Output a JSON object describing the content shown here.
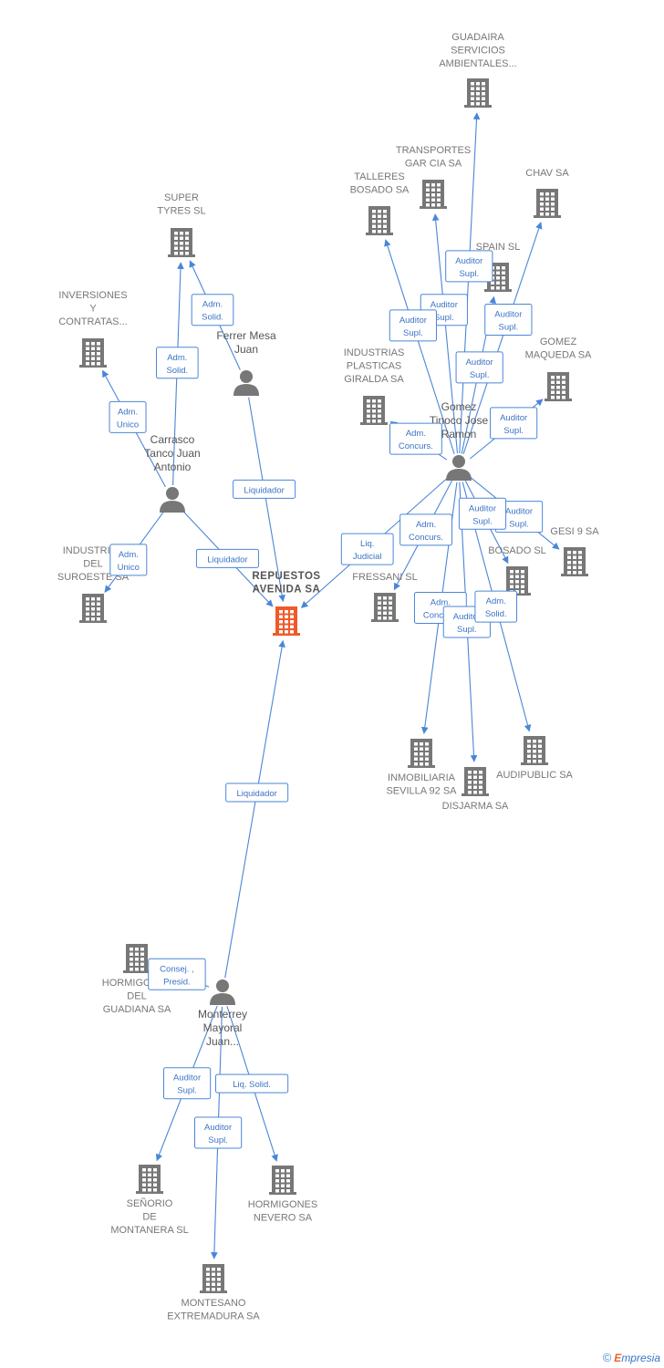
{
  "colors": {
    "edge": "#4a86d8",
    "building": "#777777",
    "building_main": "#f05a2a",
    "person": "#777777"
  },
  "nodes": [
    {
      "id": "repuestos",
      "type": "building-main",
      "label": [
        "REPUESTOS",
        "AVENIDA SA"
      ]
    },
    {
      "id": "super_tyres",
      "type": "building",
      "label": [
        "SUPER",
        "TYRES SL"
      ]
    },
    {
      "id": "inversiones",
      "type": "building",
      "label": [
        "INVERSIONES",
        "Y",
        "CONTRATAS..."
      ]
    },
    {
      "id": "ind_suroeste",
      "type": "building",
      "label": [
        "INDUSTRIAS",
        "DEL",
        "SUROESTE SA"
      ]
    },
    {
      "id": "guadaira",
      "type": "building",
      "label": [
        "GUADAIRA",
        "SERVICIOS",
        "AMBIENTALES..."
      ]
    },
    {
      "id": "transportes",
      "type": "building",
      "label": [
        "TRANSPORTES",
        "GAR CIA SA"
      ]
    },
    {
      "id": "talleres",
      "type": "building",
      "label": [
        "TALLERES",
        "BOSADO SA"
      ]
    },
    {
      "id": "chav",
      "type": "building",
      "label": [
        "CHAV SA"
      ]
    },
    {
      "id": "spain",
      "type": "building",
      "label": [
        "SPAIN SL"
      ]
    },
    {
      "id": "ind_plasticas",
      "type": "building",
      "label": [
        "INDUSTRIAS",
        "PLASTICAS",
        "GIRALDA SA"
      ]
    },
    {
      "id": "gomez_maqueda",
      "type": "building",
      "label": [
        "GOMEZ",
        "MAQUEDA SA"
      ]
    },
    {
      "id": "gesi",
      "type": "building",
      "label": [
        "GESI 9 SA"
      ]
    },
    {
      "id": "bosado",
      "type": "building",
      "label": [
        "BOSADO SL"
      ]
    },
    {
      "id": "fressani",
      "type": "building",
      "label": [
        "FRESSANI SL"
      ]
    },
    {
      "id": "inmobiliaria",
      "type": "building",
      "label": [
        "INMOBILIARIA",
        "SEVILLA 92 SA"
      ]
    },
    {
      "id": "disjarma",
      "type": "building",
      "label": [
        "DISJARMA SA"
      ]
    },
    {
      "id": "audipublic",
      "type": "building",
      "label": [
        "AUDIPUBLIC SA"
      ]
    },
    {
      "id": "hormigones_guadiana",
      "type": "building",
      "label": [
        "HORMIGONES",
        "DEL",
        "GUADIANA SA"
      ]
    },
    {
      "id": "senorio",
      "type": "building",
      "label": [
        "SEÑORIO",
        "DE",
        "MONTANERA SL"
      ]
    },
    {
      "id": "montesano",
      "type": "building",
      "label": [
        "MONTESANO",
        "EXTREMADURA SA"
      ]
    },
    {
      "id": "hormigones_nevero",
      "type": "building",
      "label": [
        "HORMIGONES",
        "NEVERO SA"
      ]
    },
    {
      "id": "ferrer",
      "type": "person",
      "label": [
        "Ferrer Mesa",
        "Juan"
      ]
    },
    {
      "id": "carrasco",
      "type": "person",
      "label": [
        "Carrasco",
        "Tanco Juan",
        "Antonio"
      ]
    },
    {
      "id": "gomez",
      "type": "person",
      "label": [
        "Gomez",
        "Tinoco Jose",
        "Ramon"
      ]
    },
    {
      "id": "monterrey",
      "type": "person",
      "label": [
        "Monterrey",
        "Mayoral",
        "Juan..."
      ]
    }
  ],
  "edges": [
    {
      "from": "ferrer",
      "to": "repuestos",
      "label": [
        "Liquidador"
      ]
    },
    {
      "from": "ferrer",
      "to": "super_tyres",
      "label": [
        "Adm.",
        "Solid."
      ]
    },
    {
      "from": "carrasco",
      "to": "super_tyres",
      "label": [
        "Adm.",
        "Solid."
      ]
    },
    {
      "from": "carrasco",
      "to": "inversiones",
      "label": [
        "Adm.",
        "Unico"
      ]
    },
    {
      "from": "carrasco",
      "to": "ind_suroeste",
      "label": [
        "Adm.",
        "Unico"
      ]
    },
    {
      "from": "carrasco",
      "to": "repuestos",
      "label": [
        "Liquidador"
      ]
    },
    {
      "from": "gomez",
      "to": "repuestos",
      "label": [
        "Liq.",
        "Judicial"
      ]
    },
    {
      "from": "gomez",
      "to": "guadaira",
      "label": [
        "Auditor",
        "Supl."
      ]
    },
    {
      "from": "gomez",
      "to": "transportes",
      "label": [
        "Auditor",
        "Supl."
      ]
    },
    {
      "from": "gomez",
      "to": "talleres",
      "label": [
        "Auditor",
        "Supl."
      ]
    },
    {
      "from": "gomez",
      "to": "chav",
      "label": [
        "Auditor",
        "Supl."
      ]
    },
    {
      "from": "gomez",
      "to": "spain",
      "label": [
        "Auditor",
        "Supl."
      ]
    },
    {
      "from": "gomez",
      "to": "gomez_maqueda",
      "label": [
        "Auditor",
        "Supl."
      ]
    },
    {
      "from": "gomez",
      "to": "ind_plasticas",
      "label": [
        "Adm.",
        "Concurs."
      ]
    },
    {
      "from": "gomez",
      "to": "fressani",
      "label": [
        "Adm.",
        "Concurs."
      ]
    },
    {
      "from": "gomez",
      "to": "gesi",
      "label": [
        "Auditor",
        "Supl."
      ]
    },
    {
      "from": "gomez",
      "to": "bosado",
      "label": [
        "Auditor",
        "Supl."
      ]
    },
    {
      "from": "gomez",
      "to": "inmobiliaria",
      "label": [
        "Adm.",
        "Concurs."
      ]
    },
    {
      "from": "gomez",
      "to": "disjarma",
      "label": [
        "Auditor",
        "Supl."
      ]
    },
    {
      "from": "gomez",
      "to": "audipublic",
      "label": [
        "Adm.",
        "Solid."
      ]
    },
    {
      "from": "monterrey",
      "to": "repuestos",
      "label": [
        "Liquidador"
      ]
    },
    {
      "from": "monterrey",
      "to": "hormigones_guadiana",
      "label": [
        "Consej. ,",
        "Presid."
      ]
    },
    {
      "from": "monterrey",
      "to": "senorio",
      "label": [
        "Auditor",
        "Supl."
      ]
    },
    {
      "from": "monterrey",
      "to": "montesano",
      "label": [
        "Auditor",
        "Supl."
      ]
    },
    {
      "from": "monterrey",
      "to": "hormigones_nevero",
      "label": [
        "Liq.  Solid."
      ]
    }
  ],
  "footer": {
    "copyright": "©",
    "brand_initial": "E",
    "brand_rest": "mpresia"
  }
}
